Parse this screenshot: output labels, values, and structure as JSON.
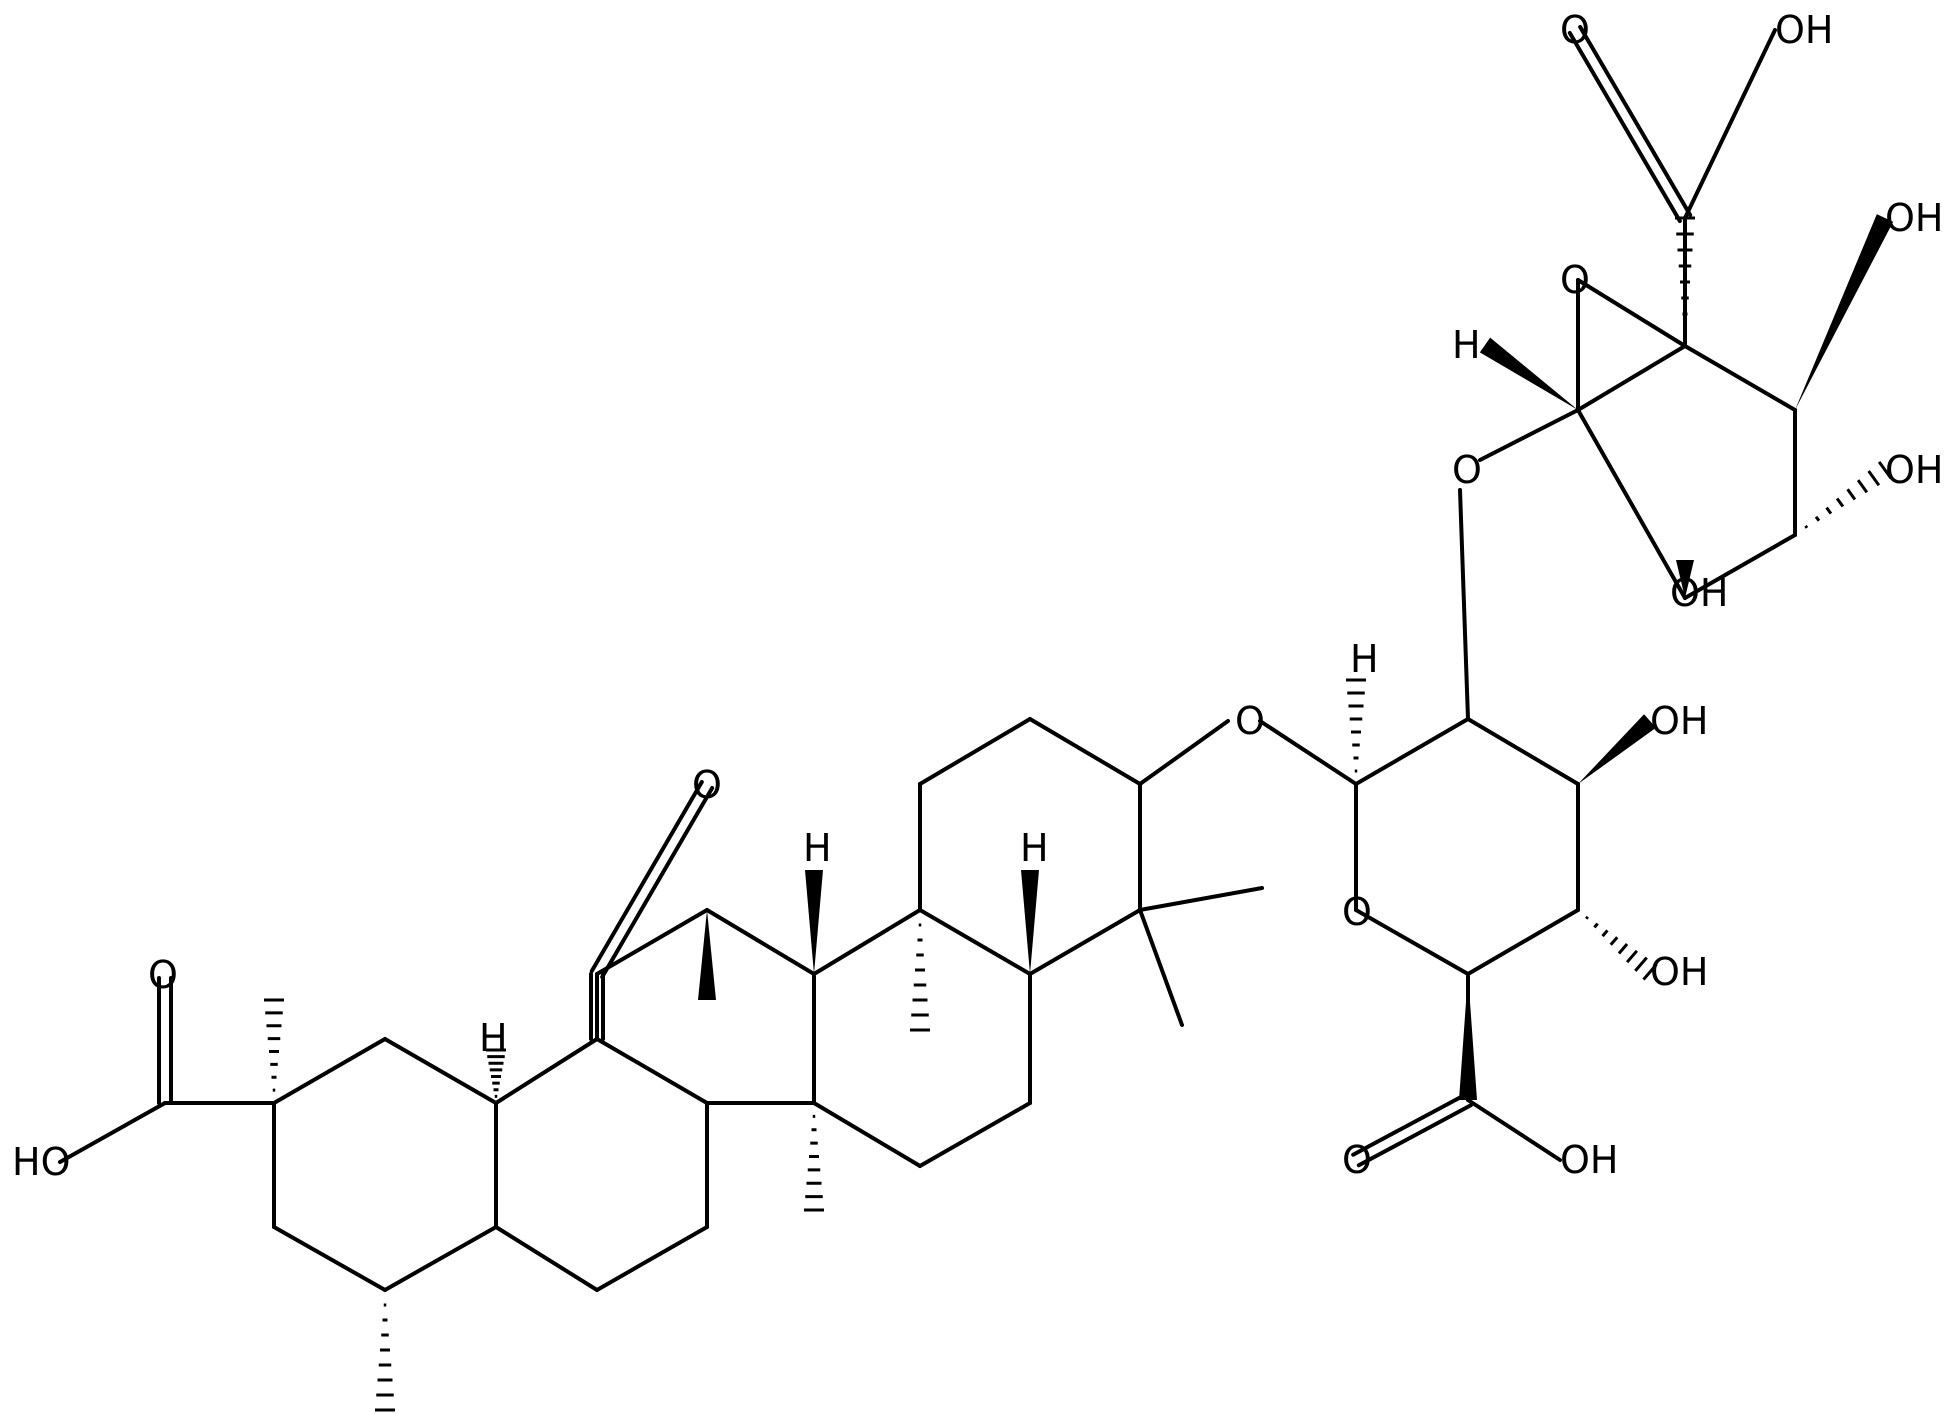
{
  "molecule": {
    "atom_labels": {
      "ho_acid_left": "HO",
      "o_carbonyl_left": "O",
      "h_ring_d": "H",
      "o_ketone": "O",
      "h_c9": "H",
      "h_c5": "H",
      "o_glycosidic_1": "O",
      "h_anomeric_1": "H",
      "oh_glc_1": "OH",
      "o_ring_1": "O",
      "oh_glc_2": "OH",
      "o_carbonyl_1": "O",
      "oh_acid_1": "OH",
      "o_glycosidic_2": "O",
      "h_anomeric_2": "H",
      "o_ring_2": "O",
      "oh_glc_3": "OH",
      "oh_glc_4": "OH",
      "oh_glc_5": "OH",
      "o_carbonyl_2": "O",
      "oh_acid_2": "OH"
    }
  }
}
